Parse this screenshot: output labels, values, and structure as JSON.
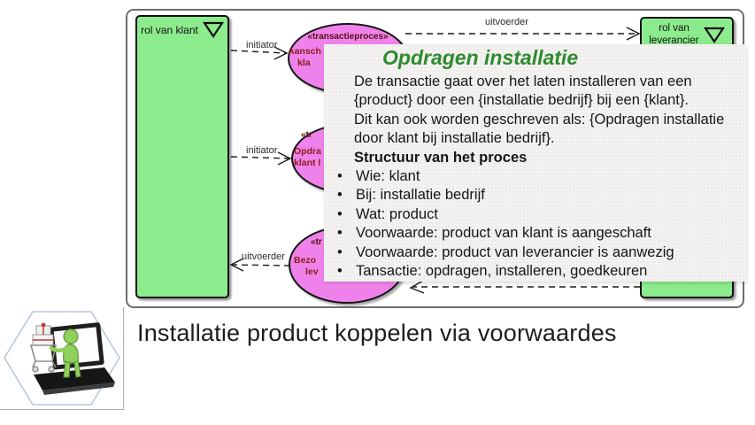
{
  "diagram": {
    "left_actor_label": "rol van klant",
    "right_actor_label_1": "rol van",
    "right_actor_label_2": "leverancier",
    "e1_stereotype": "«transactieproces»",
    "e1_text_1": "Aansch",
    "e1_text_2": "kla",
    "e2_stereotype": "«tr",
    "e2_text_1": "Opdra",
    "e2_text_2": "klant l",
    "e3_stereotype": "«tr",
    "e3_text_1": "Bezo",
    "e3_text_2": "lev",
    "label_initiator_top": "initiator",
    "label_initiator_mid": "initiator",
    "label_uitvoerder_left": "uitvoerder",
    "label_uitvoerder_top": "uitvoerder",
    "colors": {
      "actor_fill": "#8ceb8c",
      "process_fill": "#ef82ea",
      "process_label_text": "#8b1c1c"
    }
  },
  "tooltip": {
    "title": "Opdragen installatie",
    "title_color": "#2d8a2d",
    "body_lines": [
      "De transactie gaat over het laten installeren van een",
      "{product} door een {installatie bedrijf} bij een {klant}.",
      "Dit kan ook worden geschreven als: {Opdragen installatie",
      "door klant bij installatie bedrijf}."
    ],
    "structure_heading": "Structuur van het proces",
    "bullets": [
      "Wie: klant",
      "Bij: installatie bedrijf",
      "Wat: product",
      "Voorwaarde: product van klant is aangeschaft",
      "Voorwaarde: product van leverancier is aanwezig",
      "Tansactie: opdragen, installeren, goedkeuren"
    ]
  },
  "footer": {
    "caption": "Installatie product koppelen via voorwaardes",
    "icon_name": "green-figure-shopping-cart-laptop-illustration"
  }
}
